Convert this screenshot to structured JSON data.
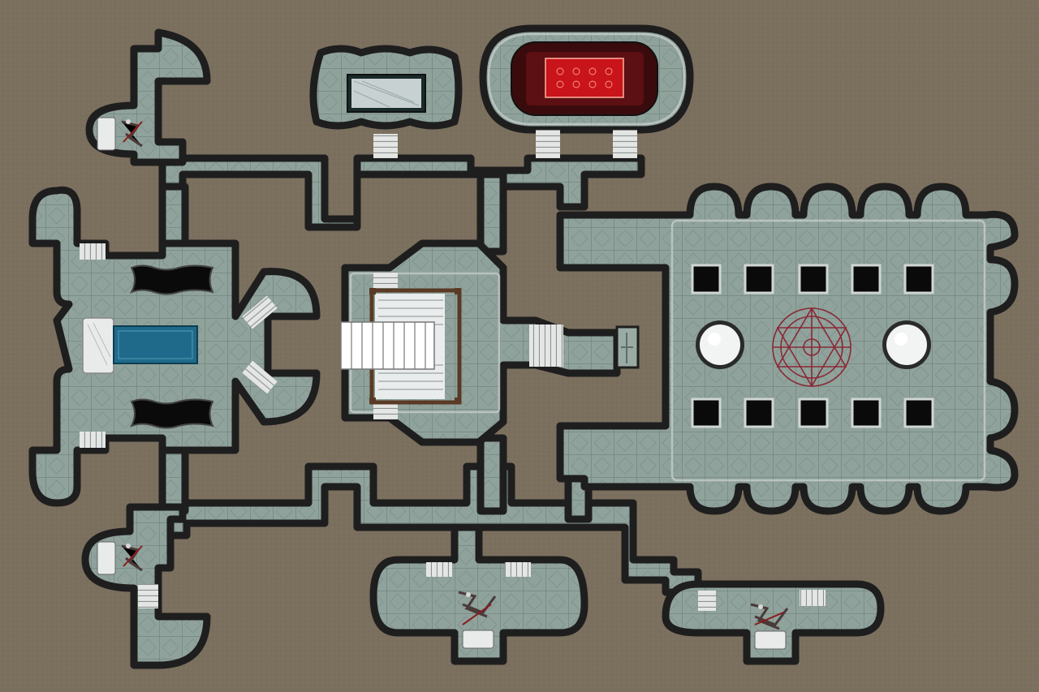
{
  "map": {
    "colors": {
      "background": "#7b6f5e",
      "floor": "#8fa29b",
      "floor_tile_line": "#6e8179",
      "wall": "#1e1e1e",
      "wall_inner": "#c9cfcd",
      "stairs": "#e6e6e6",
      "pool_water": "#1f6a8a",
      "carpet_red": "#c8141a",
      "carpet_border": "#3a0b0c",
      "summoning_circle": "#8a1c2c",
      "pit": "#0a0a0a"
    },
    "rooms": [
      "northwest-tower",
      "north-gallery",
      "throne-hall",
      "west-pool-chamber",
      "central-stair-hall",
      "east-ritual-hall",
      "southwest-tower",
      "south-crypt",
      "southeast-crypt"
    ],
    "features": [
      "reflecting-pool",
      "red-carpet-dais",
      "central-staircase",
      "summoning-circle",
      "statue-niche",
      "glass-display-case",
      "skeleton-pile"
    ]
  }
}
